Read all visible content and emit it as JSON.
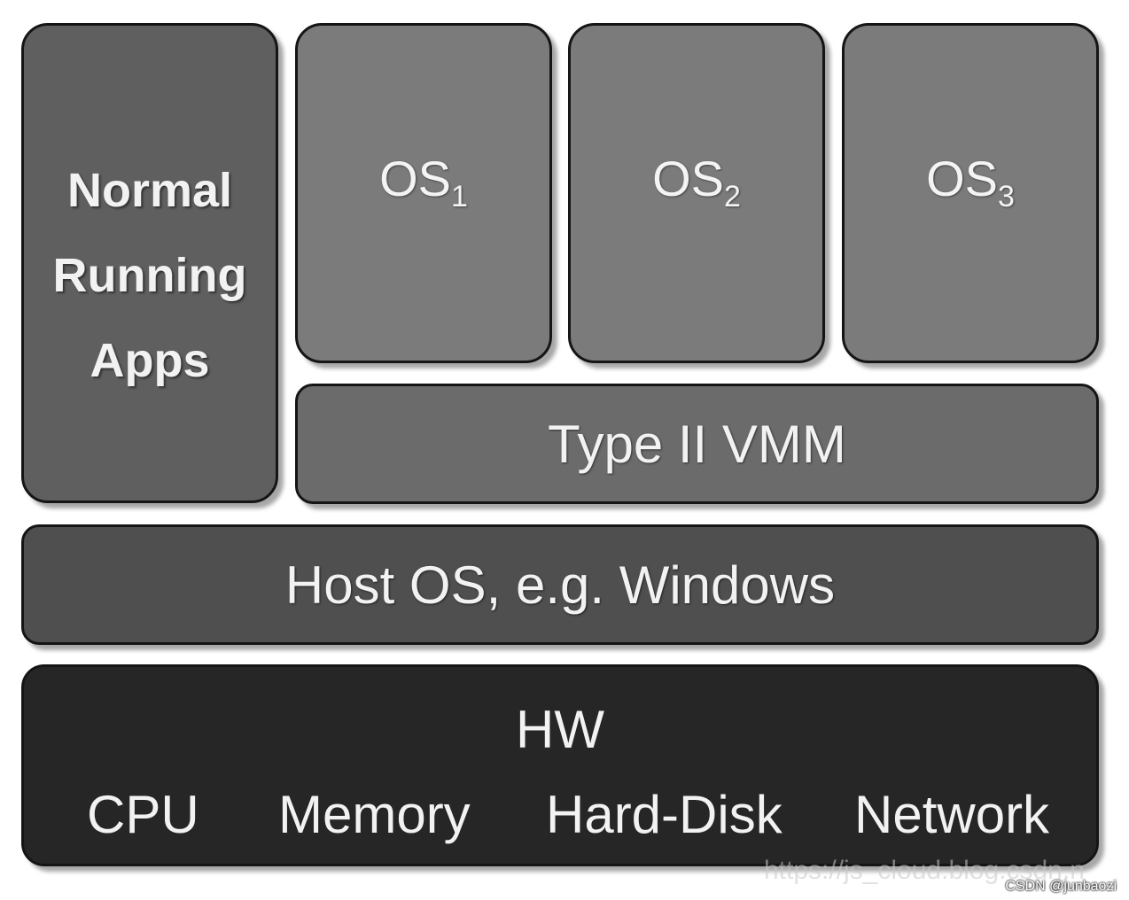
{
  "apps_box": {
    "lines": [
      "Normal",
      "Running",
      "Apps"
    ]
  },
  "guest_os": [
    {
      "base": "OS",
      "sub": "1"
    },
    {
      "base": "OS",
      "sub": "2"
    },
    {
      "base": "OS",
      "sub": "3"
    }
  ],
  "vmm": {
    "label": "Type II VMM"
  },
  "host_os": {
    "label": "Host OS, e.g. Windows"
  },
  "hardware": {
    "title": "HW",
    "items": [
      "CPU",
      "Memory",
      "Hard-Disk",
      "Network"
    ]
  },
  "watermark": {
    "text": "https://js_cloud.blog.csdn.n"
  },
  "credit": {
    "text": "CSDN @junbaozi"
  },
  "colors": {
    "apps": "#5f5f5f",
    "guest_os": "#7b7b7b",
    "vmm": "#6b6b6b",
    "host_os": "#4f4f4f",
    "hardware": "#262626"
  }
}
